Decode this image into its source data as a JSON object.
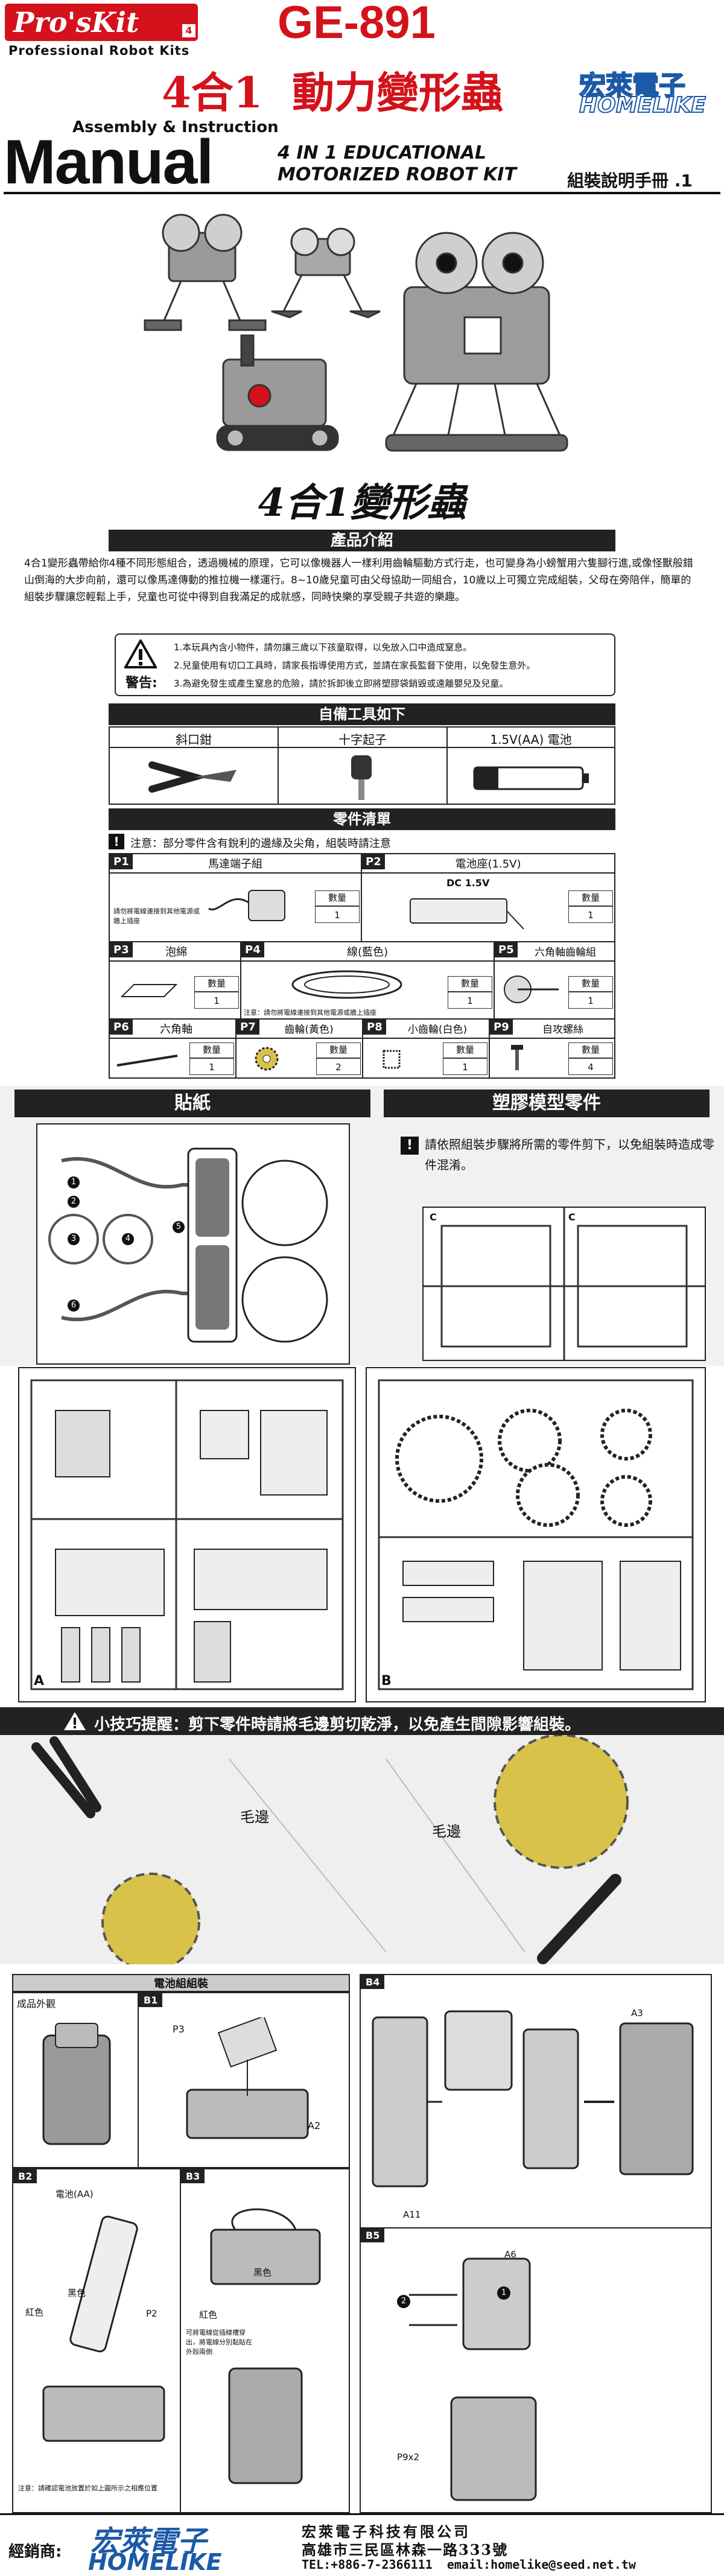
{
  "header": {
    "brand": "Pro'sKit",
    "brand_sub": "Professional Robot Kits",
    "model": "GE-891",
    "title_cn": "4合1  動力變形蟲",
    "assembly_label": "Assembly & Instruction",
    "manual_word": "Manual",
    "subtitle_line1": "4 IN 1 EDUCATIONAL",
    "subtitle_line2": "MOTORIZED ROBOT KIT",
    "manual_cn": "組裝說明手冊 .1",
    "homelike_cn": "宏萊電子",
    "homelike_en": "HOMELIKE"
  },
  "big_title": "4合1變形蟲",
  "intro": {
    "heading": "產品介紹",
    "paragraph": "4合1變形蟲帶給你4種不同形態組合，透過機械的原理，它可以像機器人一樣利用齒輪驅動方式行走，也可變身為小螃蟹用六隻腳行進,或像怪獸般錯山倒海的大步向前，還可以像馬達傳動的推拉機一樣運行。8~10歲兒童可由父母協助一同組合，10歲以上可獨立完成組裝，父母在旁陪伴，簡單的組裝步驟讓您輕鬆上手，兒童也可從中得到自我滿足的成就感，同時快樂的享受親子共遊的樂趣。"
  },
  "warning": {
    "label": "警告:",
    "lines": [
      "1.本玩具內含小物件，請勿讓三歲以下孩童取得，以免放入口中造成窒息。",
      "2.兒童使用有切口工具時，請家長指導使用方式，並請在家長監督下使用，以免發生意外。",
      "3.為避免發生或產生窒息的危險，請於拆卸後立即將塑膠袋銷毀或遠離嬰兒及兒童。"
    ]
  },
  "tools": {
    "heading": "自備工具如下",
    "items": [
      "斜口鉗",
      "十字起子",
      "1.5V(AA) 電池"
    ]
  },
  "parts": {
    "heading": "零件清單",
    "note": "注意：部分零件含有銳利的邊緣及尖角，組裝時請注意",
    "qty_label": "數量",
    "row1": [
      {
        "code": "P1",
        "name": "馬達端子組",
        "note": "請勿將電線連接到其他電源或牆上插座",
        "qty": "1"
      },
      {
        "code": "P2",
        "name": "電池座(1.5V)",
        "note": "DC 1.5V",
        "qty": "1"
      }
    ],
    "row2": [
      {
        "code": "P3",
        "name": "泡綿",
        "note": "",
        "qty": "1"
      },
      {
        "code": "P4",
        "name": "線(藍色)",
        "note": "注意：請勿將電線連接到其他電源或牆上插座",
        "qty": "1"
      },
      {
        "code": "P5",
        "name": "六角軸齒輪組",
        "note": "",
        "qty": "1"
      }
    ],
    "row3": [
      {
        "code": "P6",
        "name": "六角軸",
        "qty": "1"
      },
      {
        "code": "P7",
        "name": "齒輪(黃色)",
        "qty": "2"
      },
      {
        "code": "P8",
        "name": "小齒輪(白色)",
        "qty": "1"
      },
      {
        "code": "P9",
        "name": "自攻螺絲",
        "qty": "4"
      }
    ]
  },
  "sticker": {
    "heading": "貼紙",
    "markers": [
      "1",
      "2",
      "3",
      "4",
      "5",
      "6"
    ]
  },
  "plastic": {
    "heading": "塑膠模型零件",
    "text": "請依照組裝步驟將所需的零件剪下，以免組裝時造成零件混淆。",
    "frame_c": "C",
    "frame_a": "A",
    "frame_b": "B"
  },
  "tip": {
    "text": "小技巧提醒：剪下零件時請將毛邊剪切乾淨，以免產生間隙影響組裝。",
    "burr_label": "毛邊"
  },
  "battery": {
    "heading": "電池組組裝",
    "finished": "成品外觀",
    "steps": [
      "B1",
      "B2",
      "B3",
      "B4",
      "B5"
    ],
    "b1_labels": [
      "P3",
      "A2"
    ],
    "b2_labels": [
      "電池(AA)",
      "紅色",
      "黑色",
      "P2"
    ],
    "b2_note": "注意：請確認電池放置於如上圖所示之相應位置",
    "b3_labels": [
      "黑色",
      "紅色"
    ],
    "b3_note": "可將電線從插線槽穿出，將電線分別黏貼在外殼兩側",
    "b4_labels": [
      "A3",
      "A11"
    ],
    "b5_labels": [
      "A6",
      "P9x2"
    ],
    "b5_circled": [
      "1",
      "2"
    ]
  },
  "footer": {
    "dealer_label": "經銷商:",
    "logo_cn": "宏萊電子",
    "logo_en": "HOMELIKE",
    "company": "宏萊電子科技有限公司",
    "address": "高雄市三民區林森一路333號",
    "contact": "TEL:+886-7-2366111  email:homelike@seed.net.tw"
  },
  "colors": {
    "brand_red": "#d3121b",
    "dark_bar": "#222222",
    "gray_robot": "#8a8a8a",
    "yellow_gear": "#d8c24a"
  }
}
